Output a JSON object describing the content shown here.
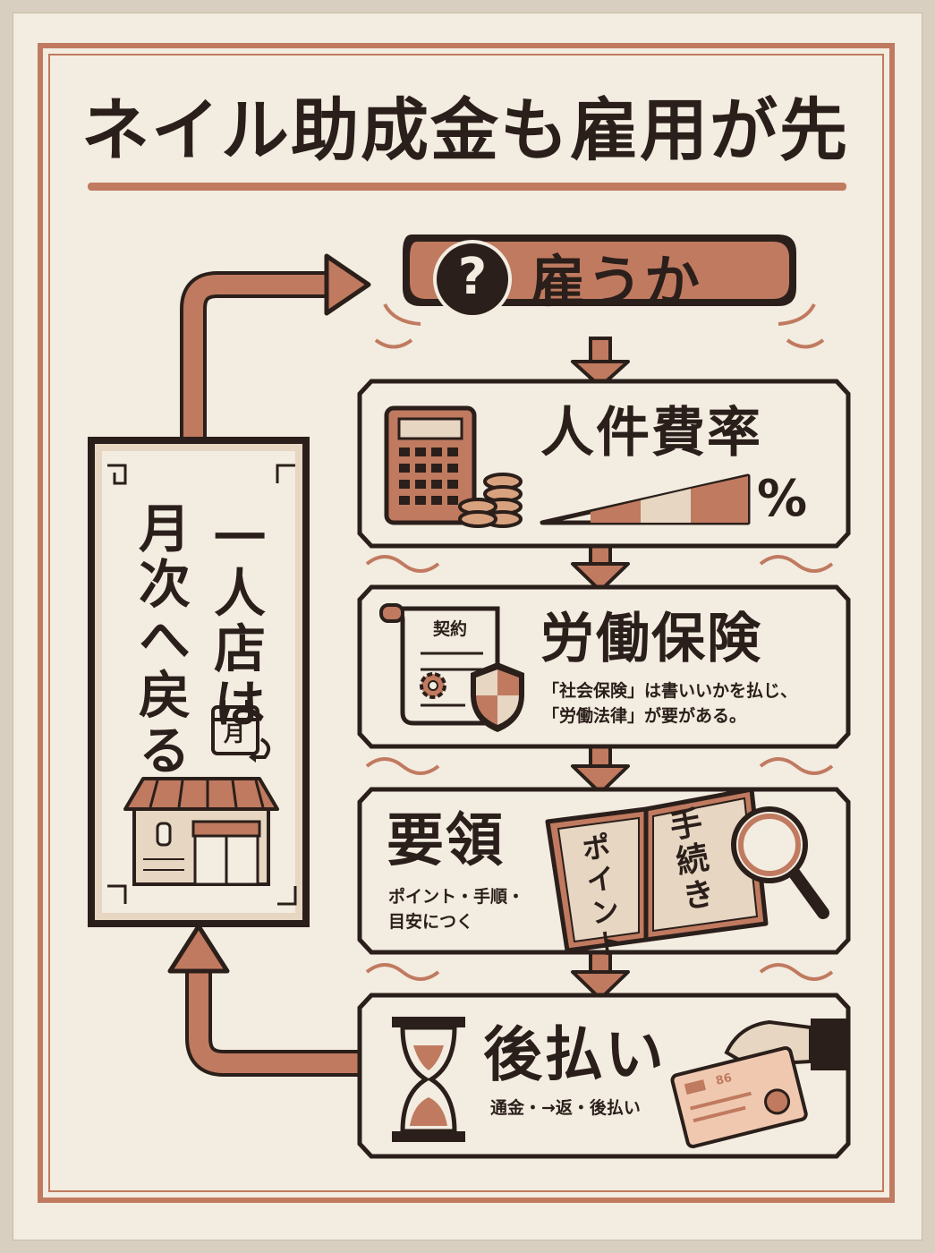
{
  "title": "ネイル助成金も雇用が先",
  "colors": {
    "accent": "#c07a60",
    "dark": "#2a1f1a",
    "paper": "#f3ece0",
    "tan": "#e6d6c2"
  },
  "start": {
    "icon": "question-icon",
    "label": "雇うか",
    "question_mark": "?"
  },
  "steps": [
    {
      "heading": "人件費率",
      "suffix": "%",
      "icons": [
        "calculator-icon",
        "coins-icon",
        "rising-bar-icon"
      ]
    },
    {
      "heading": "労働保険",
      "contract_label": "契約",
      "note_line1": "「社会保険」は書いいかを払じ、",
      "note_line2": "「労働法律」が要がある。",
      "icons": [
        "contract-scroll-icon",
        "gear-icon",
        "shield-icon"
      ]
    },
    {
      "heading": "要領",
      "note_line1": "ポイント・手順・",
      "note_line2": "目安につく",
      "book_left": "ポイント",
      "book_right": "手続き",
      "icons": [
        "open-book-icon",
        "magnifier-icon"
      ]
    },
    {
      "heading": "後払い",
      "note": "通金・→返・後払い",
      "card_number": "86",
      "icons": [
        "hourglass-icon",
        "hand-card-icon"
      ]
    }
  ],
  "side_panel": {
    "col1": "一人店は",
    "col2": "月次へ戻る",
    "calendar_label": "月",
    "icons": [
      "calendar-return-icon",
      "shop-icon"
    ]
  }
}
